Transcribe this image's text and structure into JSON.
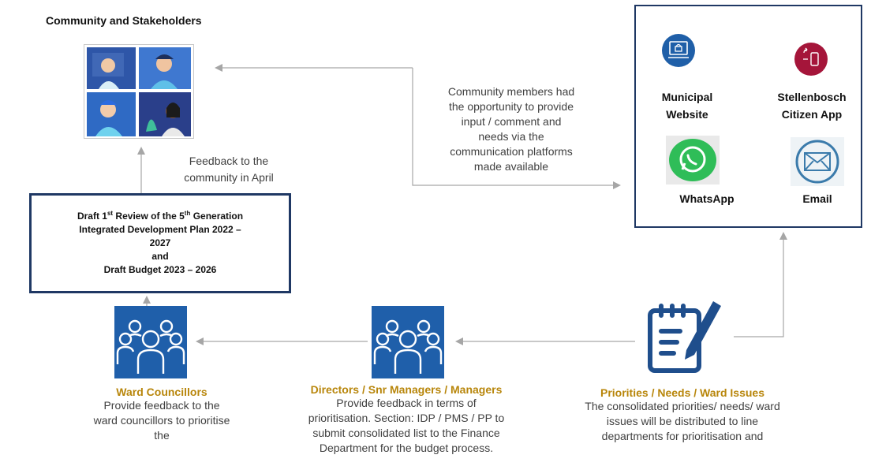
{
  "community": {
    "title": "Community and Stakeholders"
  },
  "feedback_note": {
    "line1": "Feedback to the",
    "line2": "community in April"
  },
  "community_note": {
    "lines": [
      "Community members had",
      "the opportunity to provide",
      "input / comment and",
      "needs via the",
      "communication platforms",
      "made available"
    ]
  },
  "draft": {
    "line1_pre": "Draft 1",
    "line1_sup": "st",
    "line1_mid": " Review of the 5",
    "line1_sup2": "th",
    "line1_post": " Generation",
    "line2": "Integrated Development Plan 2022 –",
    "line3": "2027",
    "line4": "and",
    "line5": "Draft Budget 2023 – 2026"
  },
  "platforms": {
    "website": {
      "line1": "Municipal",
      "line2": "Website",
      "icon": "website-icon",
      "color": "#1f5fa8"
    },
    "app": {
      "line1": "Stellenbosch",
      "line2": "Citizen App",
      "icon": "phone-sync-icon",
      "color": "#a5153a"
    },
    "whatsapp": {
      "label": "WhatsApp",
      "icon": "whatsapp-icon",
      "color": "#25c45a"
    },
    "email": {
      "label": "Email",
      "icon": "envelope-icon",
      "color": "#2b6b9a"
    }
  },
  "ward_councillors": {
    "title": "Ward Councillors",
    "lines": [
      "Provide feedback to the",
      "ward councillors to prioritise",
      "the"
    ]
  },
  "directors": {
    "title": "Directors / Snr Managers / Managers",
    "lines": [
      "Provide feedback in terms of",
      "prioritisation. Section: IDP / PMS / PP to",
      "submit consolidated list to the Finance",
      "Department for the budget process."
    ]
  },
  "priorities": {
    "title": "Priorities / Needs / Ward Issues",
    "lines": [
      "The consolidated priorities/ needs/ ward",
      "issues will be distributed to line",
      "departments for prioritisation and"
    ]
  },
  "colors": {
    "accent_gold": "#b8860b",
    "navy": "#1f3864",
    "people_blue": "#1f5faa",
    "arrow": "#a6a6a6"
  }
}
